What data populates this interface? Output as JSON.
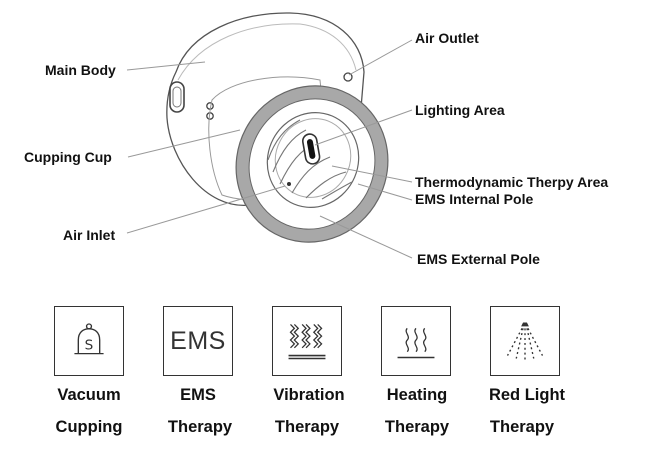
{
  "callouts": {
    "main_body": "Main Body",
    "air_outlet": "Air Outlet",
    "cupping_cup": "Cupping Cup",
    "lighting_area": "Lighting Area",
    "thermo_area": "Thermodynamic Therpy Area",
    "ems_internal": "EMS Internal Pole",
    "air_inlet": "Air Inlet",
    "ems_external": "EMS External Pole"
  },
  "features": [
    {
      "line1": "Vacuum",
      "line2": "Cupping",
      "icon": "vacuum-cup-icon"
    },
    {
      "line1": "EMS",
      "line2": "Therapy",
      "icon": "ems-icon",
      "icon_text": "EMS"
    },
    {
      "line1": "Vibration",
      "line2": "Therapy",
      "icon": "vibration-waves-icon"
    },
    {
      "line1": "Heating",
      "line2": "Therapy",
      "icon": "heat-waves-icon"
    },
    {
      "line1": "Red Light",
      "line2": "Therapy",
      "icon": "red-light-icon"
    }
  ],
  "colors": {
    "line": "#333333",
    "ring": "#a8a8a8",
    "leader": "#999999"
  }
}
